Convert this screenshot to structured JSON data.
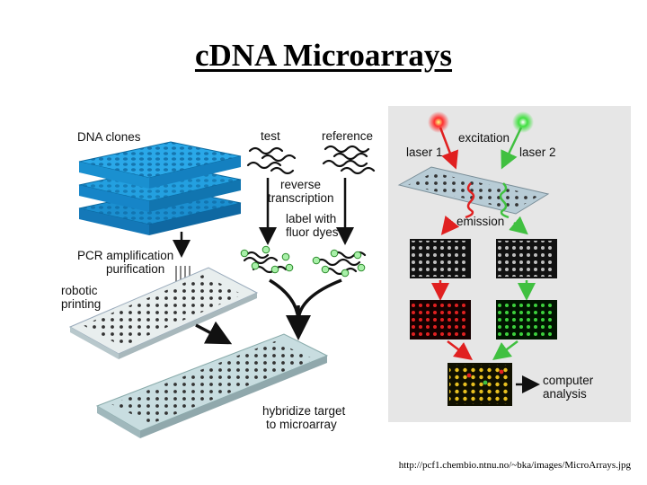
{
  "slide": {
    "title": "cDNA Microarrays",
    "source": "http://pcf1.chembio.ntnu.no/~bka/images/MicroArrays.jpg"
  },
  "diagram": {
    "labels": {
      "dna_clones": "DNA clones",
      "pcr_line1": "PCR amplification",
      "pcr_line2": "purification",
      "robotic_line1": "robotic",
      "robotic_line2": "printing",
      "test": "test",
      "reference": "reference",
      "rt_line1": "reverse",
      "rt_line2": "transcription",
      "label_line1": "label with",
      "label_line2": "fluor dyes",
      "hyb_line1": "hybridize target",
      "hyb_line2": "to microarray",
      "excitation": "excitation",
      "laser1": "laser 1",
      "laser2": "laser 2",
      "emission": "emission",
      "computer_line1": "computer",
      "computer_line2": "analysis"
    },
    "colors": {
      "plate_blue": "#2aa8e8",
      "laser_red": "#e02020",
      "laser_green": "#40c040",
      "panel_gray": "#e6e6e6",
      "slide_gray": "#c8dde0"
    }
  }
}
